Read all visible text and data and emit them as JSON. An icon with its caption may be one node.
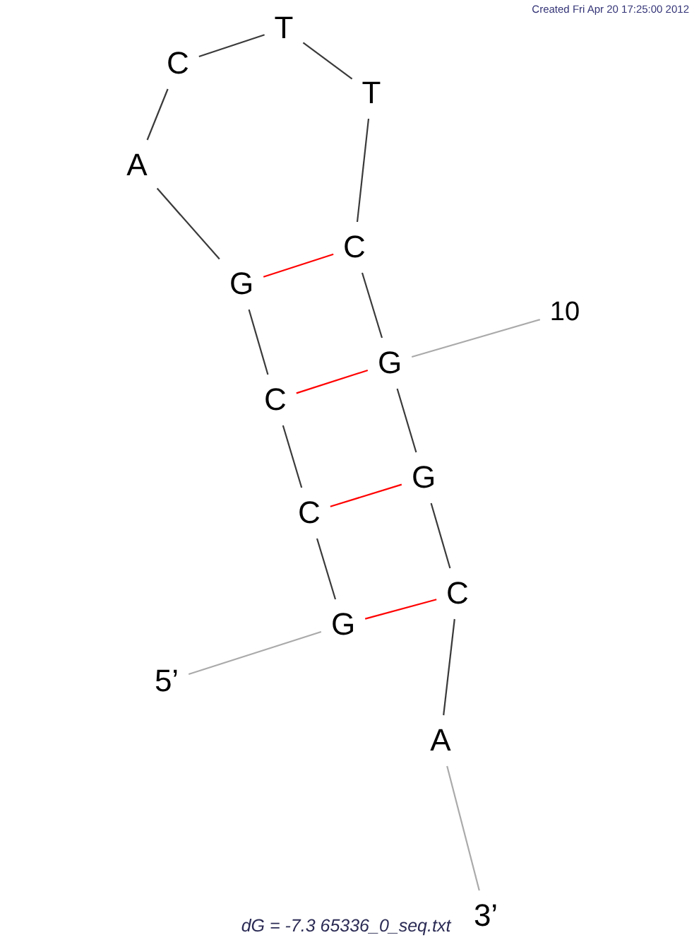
{
  "diagram": {
    "caption": "dG = -7.3 65336_0_seq.txt",
    "nodes": [
      {
        "text": [
          "G"
        ]
      },
      {
        "text": [
          "C"
        ]
      },
      {
        "text": [
          "C"
        ]
      },
      {
        "text": [
          "G"
        ]
      },
      {
        "text": [
          "A"
        ]
      },
      {
        "text": [
          "C"
        ]
      },
      {
        "text": [
          "T"
        ]
      },
      {
        "text": [
          "T"
        ]
      },
      {
        "text": [
          "C"
        ]
      },
      {
        "text": [
          "G"
        ]
      },
      {
        "text": [
          "G"
        ]
      },
      {
        "text": [
          "C"
        ]
      },
      {
        "text": [
          "A"
        ]
      },
      {
        "text": [
          "5’"
        ]
      },
      {
        "text": [
          "10"
        ]
      },
      {
        "text": [
          "3’"
        ]
      }
    ],
    "edges": [
      {
        "from": 0,
        "to": 1,
        "arrow": "none"
      },
      {
        "from": 1,
        "to": 2,
        "arrow": "none"
      },
      {
        "from": 2,
        "to": 3,
        "arrow": "none"
      },
      {
        "from": 3,
        "to": 4,
        "arrow": "none"
      },
      {
        "from": 4,
        "to": 5,
        "arrow": "none"
      },
      {
        "from": 5,
        "to": 6,
        "arrow": "none"
      },
      {
        "from": 6,
        "to": 7,
        "arrow": "none"
      },
      {
        "from": 7,
        "to": 8,
        "arrow": "none"
      },
      {
        "from": 8,
        "to": 9,
        "arrow": "none"
      },
      {
        "from": 9,
        "to": 10,
        "arrow": "none"
      },
      {
        "from": 10,
        "to": 11,
        "arrow": "none"
      },
      {
        "from": 11,
        "to": 12,
        "arrow": "none"
      },
      {
        "from": 3,
        "to": 8,
        "arrow": "none",
        "color": "#ff0000"
      },
      {
        "from": 2,
        "to": 9,
        "arrow": "none",
        "color": "#ff0000"
      },
      {
        "from": 1,
        "to": 10,
        "arrow": "none",
        "color": "#ff0000"
      },
      {
        "from": 0,
        "to": 11,
        "arrow": "none",
        "color": "#ff0000"
      },
      {
        "from": 13,
        "to": 0,
        "arrow": "none",
        "color": "#aaaaaa"
      },
      {
        "from": 14,
        "to": 9,
        "arrow": "none",
        "color": "#aaaaaa"
      },
      {
        "from": 15,
        "to": 12,
        "arrow": "none",
        "color": "#aaaaaa"
      }
    ],
    "labels": [
      "Created Fri Apr 20 17:25:00 2012"
    ]
  }
}
